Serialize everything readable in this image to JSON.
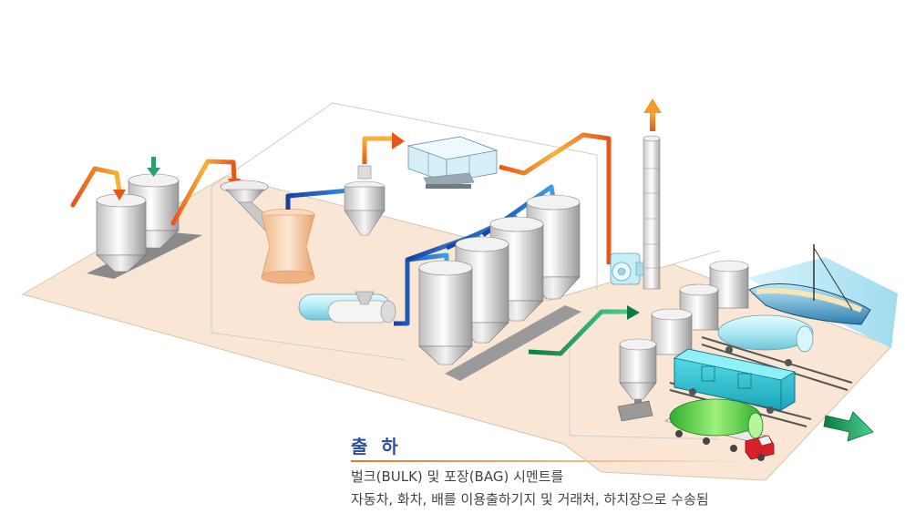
{
  "section": {
    "title": "출 하",
    "line1": "벌크(BULK) 및 포장(BAG) 시멘트를",
    "line2": "자동차, 화차, 배를 이용출하기지 및 거래처, 하치장으로 수송됨"
  },
  "colors": {
    "floor": "#f9e6d4",
    "accent_title": "#2d4f9e",
    "rule": "#e07a2e",
    "flow_hot": "#e8561a",
    "flow_cold": "#1a3fa0",
    "ship_out_arrow": "#2aa06a"
  },
  "icons": [
    "silo-icon",
    "mill-icon",
    "cyclone-icon",
    "filter-icon",
    "stack-icon",
    "train-icon",
    "truck-icon",
    "ship-icon",
    "arrow-icon"
  ]
}
